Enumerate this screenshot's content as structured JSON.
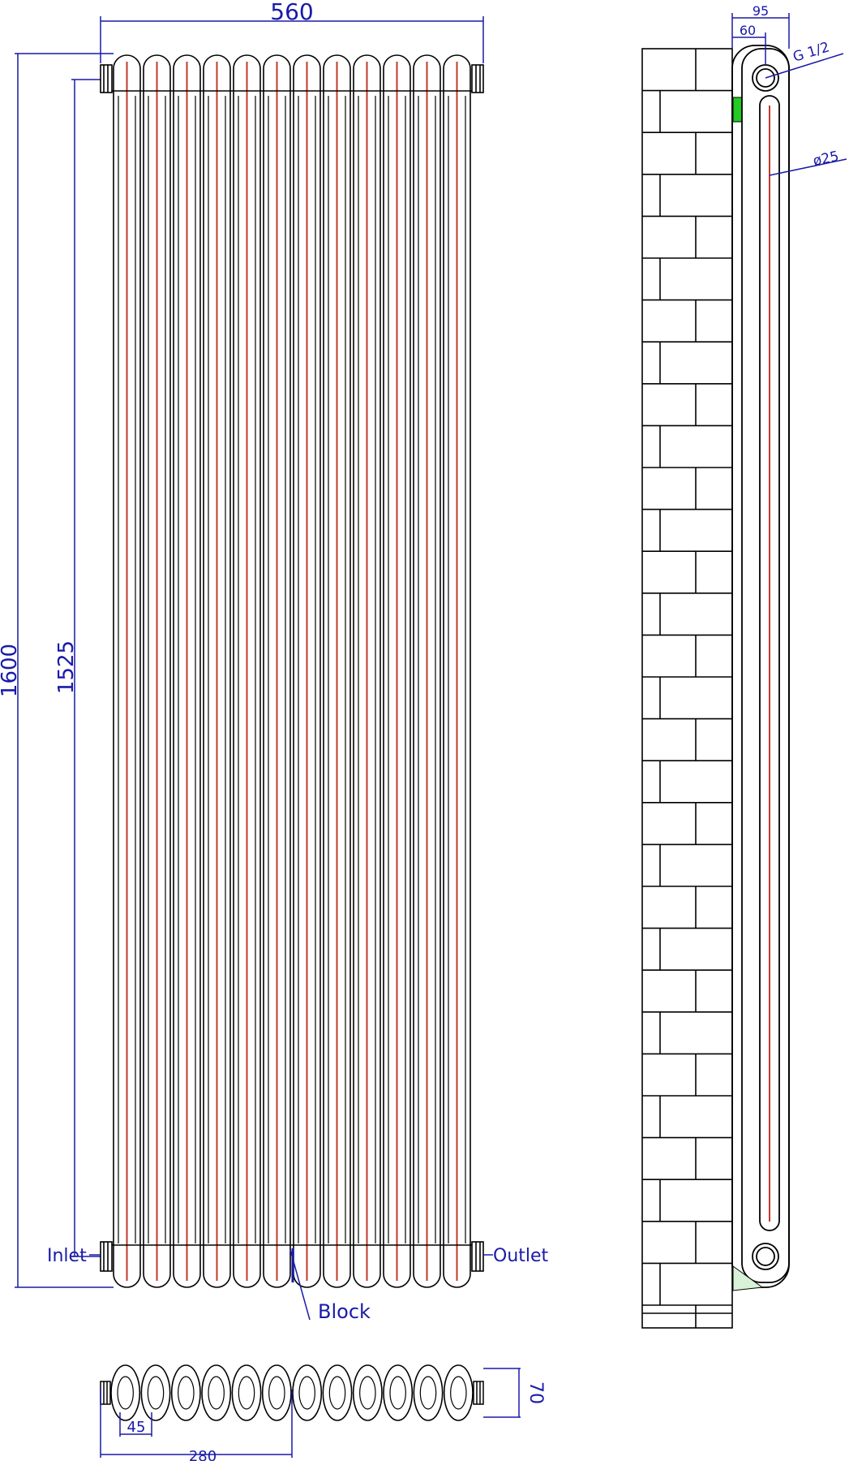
{
  "front_view": {
    "width_dim": "560",
    "height_dim": "1600",
    "centres_dim": "1525",
    "inlet_label": "Inlet",
    "outlet_label": "Outlet",
    "block_label": "Block",
    "column_count": 12
  },
  "side_view": {
    "depth_dim": "95",
    "wall_gap_dim": "60",
    "thread_label": "G 1/2",
    "tube_dia_label": "ø25"
  },
  "plan_view": {
    "depth_dim": "70",
    "column_pitch_dim": "45",
    "half_width_dim": "280"
  },
  "colors": {
    "outline": "#000000",
    "dimension": "#1a1aa8",
    "water_line": "#c0392b",
    "bracket_green": "#22cc22",
    "foot_green": "#d8f2d8"
  }
}
